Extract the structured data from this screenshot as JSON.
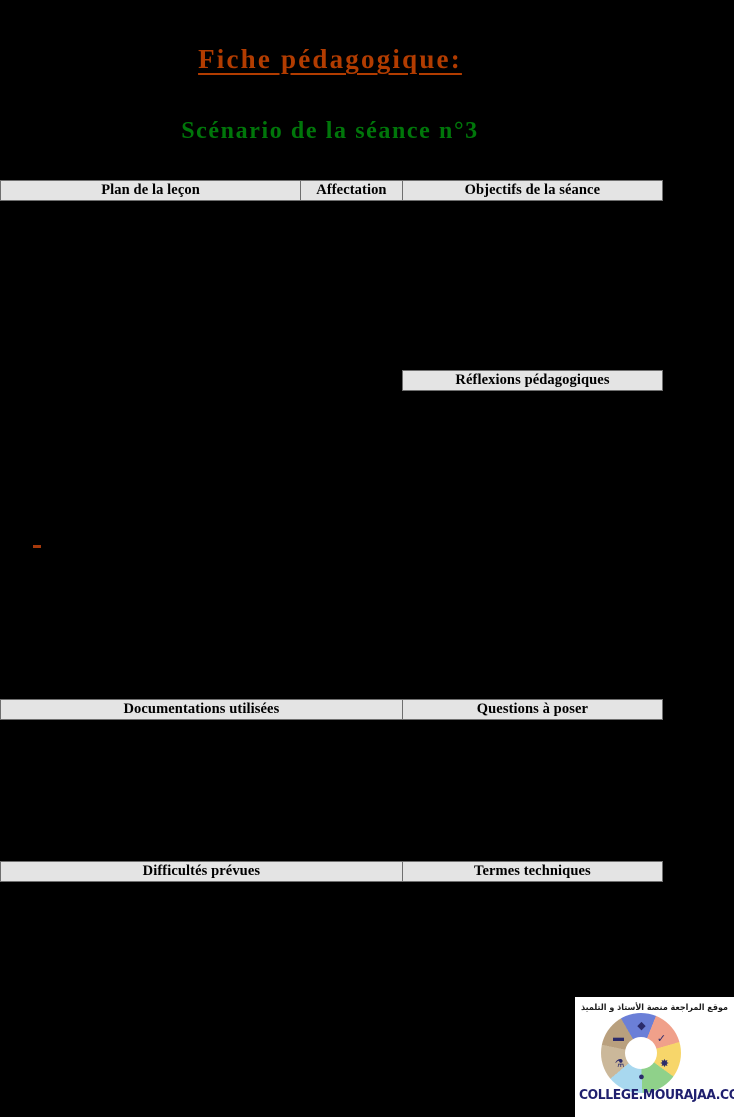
{
  "document": {
    "title": "Fiche pédagogique:",
    "subtitle": "Scénario de la séance n°3",
    "title_color": "#b23c00",
    "subtitle_color": "#00760a",
    "background_color": "#000000",
    "header_fill_color": "#e4e4e4",
    "header_border_color": "#6f6f6f"
  },
  "tables": {
    "plan_row": {
      "columns": [
        {
          "label": "Plan de la leçon"
        },
        {
          "label": "Affectation"
        },
        {
          "label": "Objectifs de la séance"
        }
      ]
    },
    "reflexions_row": {
      "columns": [
        {
          "label": "Réflexions pédagogiques"
        }
      ]
    },
    "documentations_row": {
      "columns": [
        {
          "label": "Documentations utilisées"
        },
        {
          "label": "Questions à poser"
        }
      ]
    },
    "difficultes_row": {
      "columns": [
        {
          "label": "Difficultés prévues"
        },
        {
          "label": "Termes techniques"
        }
      ]
    }
  },
  "annotations": {
    "bullet_dash_color": "#a6390b"
  },
  "watermark": {
    "arabic_text": "موقع المراجعة منصة الأستاذ و التلميذ",
    "url": "COLLEGE.MOURAJAA.COM",
    "url_color": "#1f1f6e",
    "logo": {
      "name": "education-donut-logo",
      "icons": [
        {
          "name": "graduation-cap-icon",
          "glyph": "◆"
        },
        {
          "name": "pen-checklist-icon",
          "glyph": "✓"
        },
        {
          "name": "atom-icon",
          "glyph": "✸"
        },
        {
          "name": "globe-icon",
          "glyph": "●"
        },
        {
          "name": "flask-icon",
          "glyph": "⚗"
        },
        {
          "name": "books-icon",
          "glyph": "▬"
        }
      ]
    }
  }
}
